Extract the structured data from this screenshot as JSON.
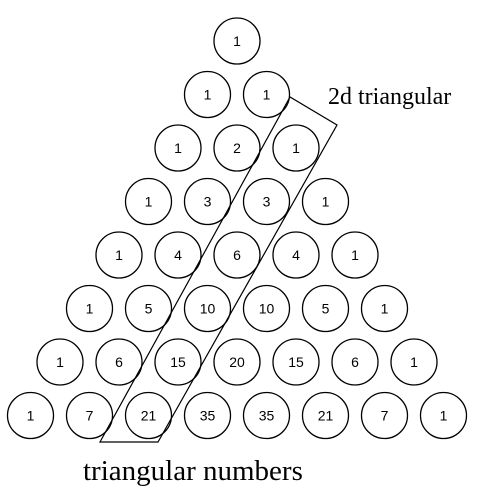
{
  "rows": [
    [
      "1"
    ],
    [
      "1",
      "1"
    ],
    [
      "1",
      "2",
      "1"
    ],
    [
      "1",
      "3",
      "3",
      "1"
    ],
    [
      "1",
      "4",
      "6",
      "4",
      "1"
    ],
    [
      "1",
      "5",
      "10",
      "10",
      "5",
      "1"
    ],
    [
      "1",
      "6",
      "15",
      "20",
      "15",
      "6",
      "1"
    ],
    [
      "1",
      "7",
      "21",
      "35",
      "35",
      "21",
      "7",
      "1"
    ]
  ],
  "labels": {
    "diagonal": "2d triangular",
    "bottom": "triangular numbers"
  },
  "colors": {
    "stroke": "#000000",
    "text": "#000000",
    "background": "#ffffff"
  }
}
